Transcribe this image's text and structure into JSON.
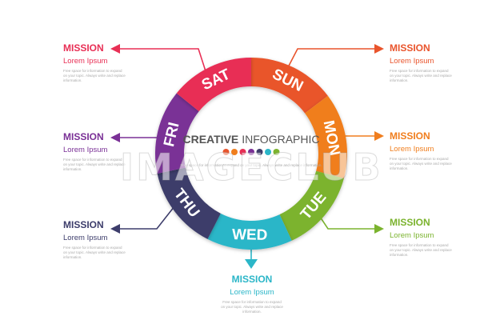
{
  "center": {
    "title_bold": "CREATIVE",
    "title_light": "INFOGRAPHIC"
  },
  "segments": [
    {
      "label": "SUN",
      "color": "#e9542c",
      "a0": -90,
      "a1": -37
    },
    {
      "label": "MON",
      "color": "#f07e1e",
      "a0": -37,
      "a1": 15
    },
    {
      "label": "TUE",
      "color": "#7bb32e",
      "a0": 15,
      "a1": 65
    },
    {
      "label": "WED",
      "color": "#2bb6c8",
      "a0": 65,
      "a1": 117
    },
    {
      "label": "THU",
      "color": "#3d3d6b",
      "a0": 117,
      "a1": 168
    },
    {
      "label": "FRI",
      "color": "#7a3096",
      "a0": 168,
      "a1": 219
    },
    {
      "label": "SAT",
      "color": "#e82f55",
      "a0": 219,
      "a1": 270
    }
  ],
  "dots": [
    "#e9542c",
    "#f07e1e",
    "#e82f55",
    "#7a3096",
    "#3d3d6b",
    "#2bb6c8",
    "#7bb32e"
  ],
  "center_body": "Free space for information to expand on your topic. Always write and replace information.",
  "callouts": [
    {
      "id": "sat",
      "title": "MISSION",
      "subtitle": "Lorem Ipsum",
      "body": "Free space for information to expand on your topic. Always write and replace information.",
      "color": "#e82f55"
    },
    {
      "id": "fri",
      "title": "MISSION",
      "subtitle": "Lorem Ipsum",
      "body": "Free space for information to expand on your topic. Always write and replace information.",
      "color": "#7a3096"
    },
    {
      "id": "thu",
      "title": "MISSION",
      "subtitle": "Lorem Ipsum",
      "body": "Free space for information to expand on your topic. Always write and replace information.",
      "color": "#3d3d6b"
    },
    {
      "id": "sun",
      "title": "MISSION",
      "subtitle": "Lorem Ipsum",
      "body": "Free space for information to expand on your topic. Always write and replace information.",
      "color": "#e9542c"
    },
    {
      "id": "mon",
      "title": "MISSION",
      "subtitle": "Lorem Ipsum",
      "body": "Free space for information to expand on your topic. Always write and replace information.",
      "color": "#f07e1e"
    },
    {
      "id": "tue",
      "title": "MISSION",
      "subtitle": "Lorem Ipsum",
      "body": "Free space for information to expand on your topic. Always write and replace information.",
      "color": "#7bb32e"
    },
    {
      "id": "wed",
      "title": "MISSION",
      "subtitle": "Lorem Ipsum",
      "body": "Free space for information to expand on your topic. Always write and replace information.",
      "color": "#2bb6c8"
    }
  ],
  "watermark": "IMAGECLUB"
}
